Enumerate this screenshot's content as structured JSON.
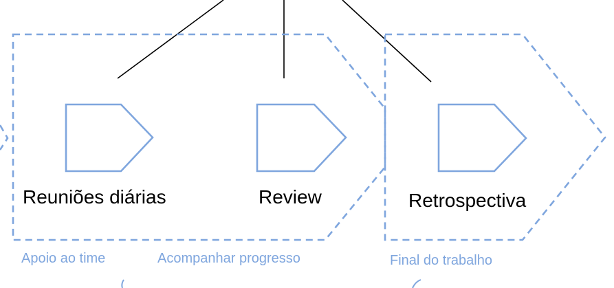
{
  "colors": {
    "accent": "#7fa6de",
    "connector": "#000000",
    "label_text": "#000000",
    "caption_text": "#7fa6de"
  },
  "steps": [
    {
      "label": "Reuniões diárias",
      "shape": "pentagon-arrow"
    },
    {
      "label": "Review",
      "shape": "pentagon-arrow"
    },
    {
      "label": "Retrospectiva",
      "shape": "pentagon-arrow"
    }
  ],
  "phases": [
    {
      "label": "Apoio ao time"
    },
    {
      "label": "Acompanhar progresso"
    },
    {
      "label": "Final do trabalho"
    }
  ]
}
